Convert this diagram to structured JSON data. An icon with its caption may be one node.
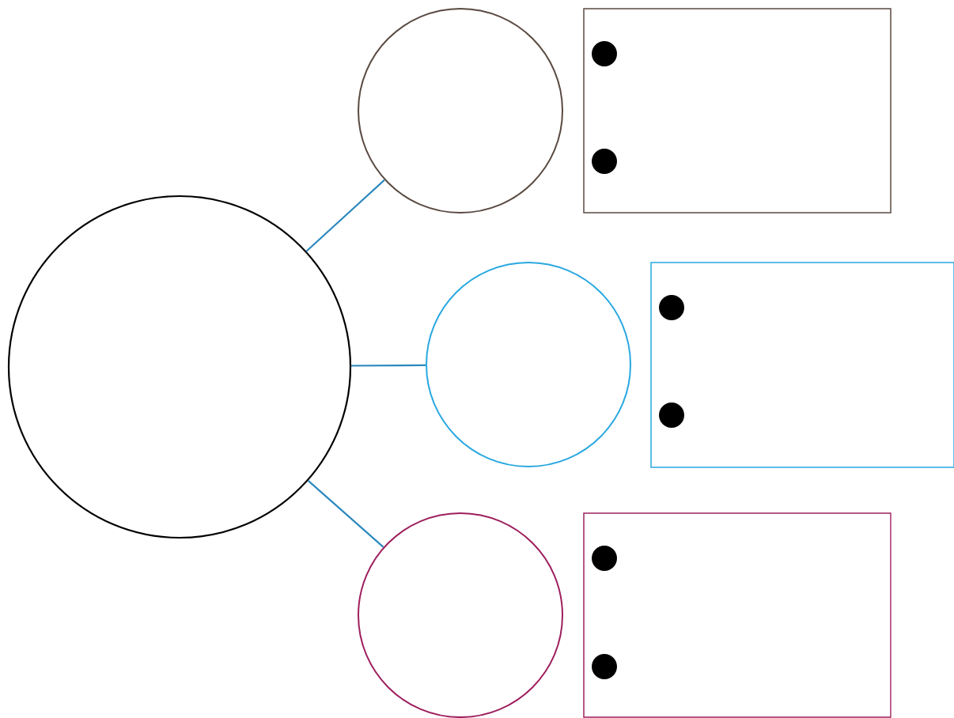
{
  "diagram": {
    "nodes": [
      {
        "text": [],
        "shape": "circle"
      },
      {
        "text": [],
        "shape": "circle"
      },
      {
        "text": [],
        "shape": "circle"
      },
      {
        "text": [],
        "shape": "circle"
      },
      {
        "text": [],
        "shape": "box"
      },
      {
        "text": [],
        "shape": "box"
      },
      {
        "text": [],
        "shape": "box"
      }
    ],
    "edges": [
      {
        "from": 0,
        "to": 1,
        "arrow": "none"
      },
      {
        "from": 0,
        "to": 2,
        "arrow": "none"
      },
      {
        "from": 0,
        "to": 3,
        "arrow": "none"
      }
    ]
  }
}
